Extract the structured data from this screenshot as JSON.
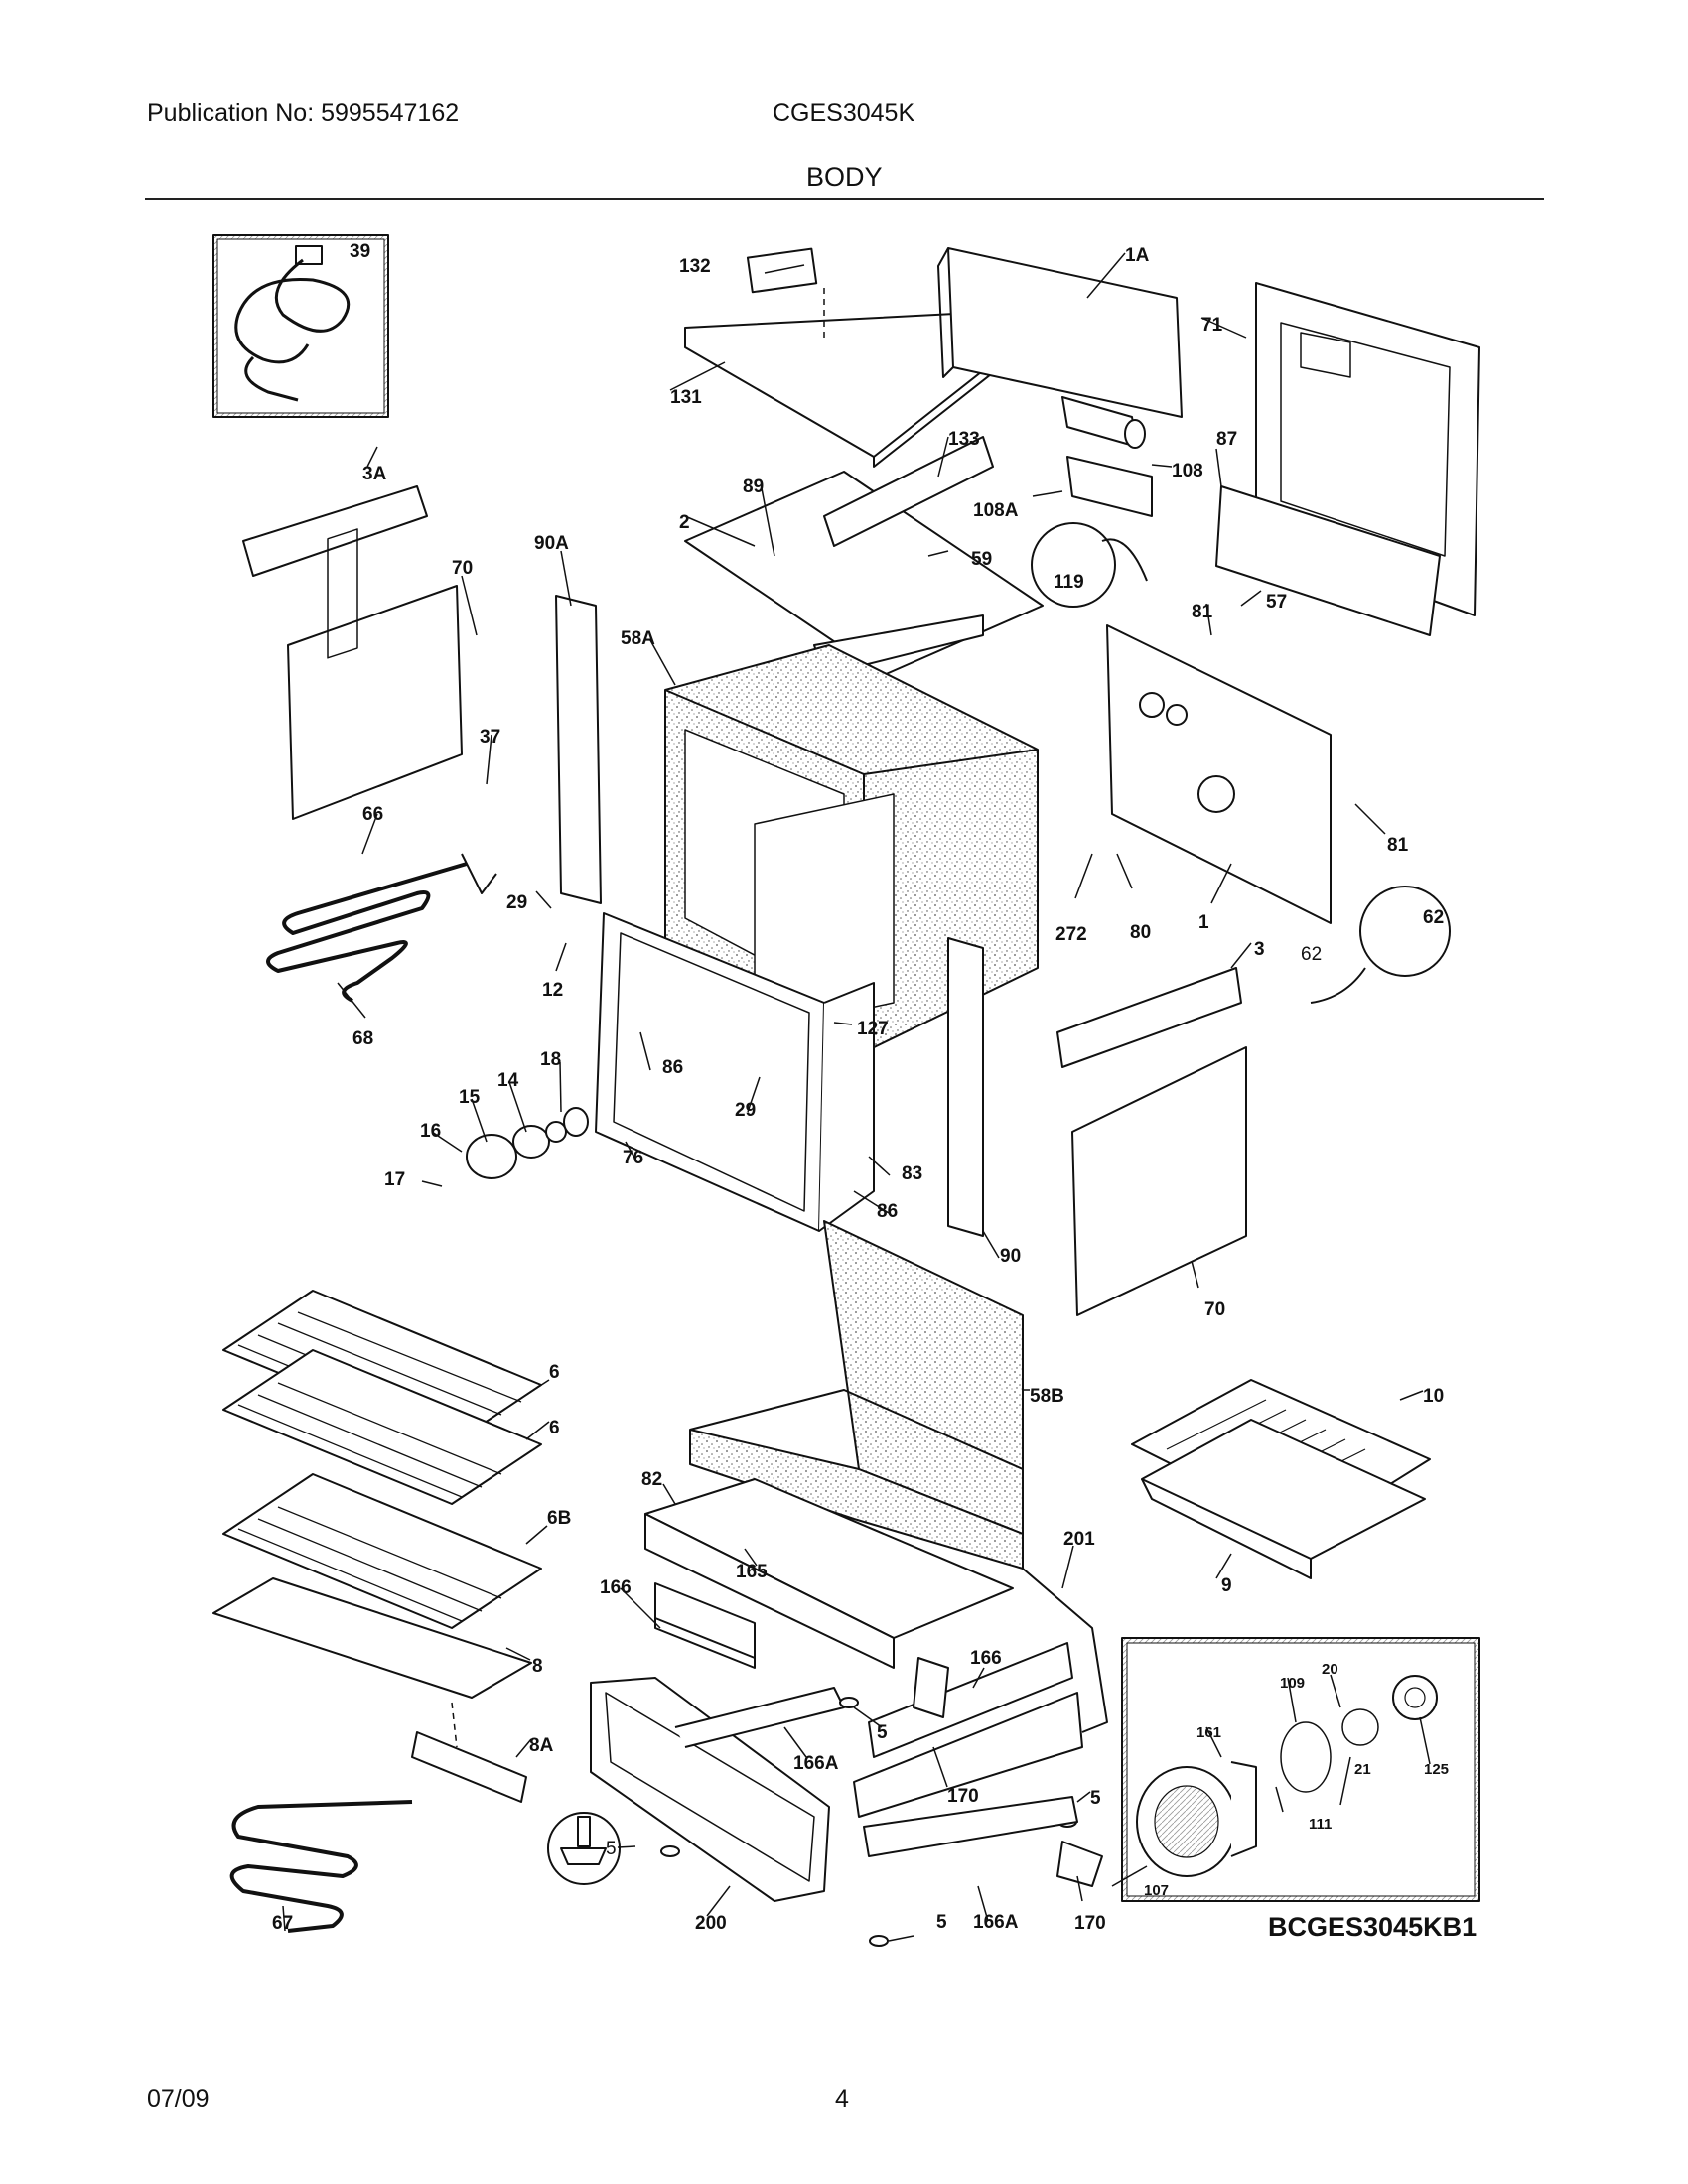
{
  "header": {
    "publication": "Publication No: 5995547162",
    "model": "CGES3045K",
    "section_title": "BODY"
  },
  "footer": {
    "date": "07/09",
    "page_number": "4"
  },
  "diagram": {
    "diagram_id": "BCGES3045KB1",
    "part_labels": {
      "p39": "39",
      "p132": "132",
      "p1A": "1A",
      "p71": "71",
      "p131": "131",
      "p133": "133",
      "p108": "108",
      "p87": "87",
      "p108A": "108A",
      "p3A": "3A",
      "p89": "89",
      "p2": "2",
      "p59": "59",
      "p90A": "90A",
      "p70a": "70",
      "p119": "119",
      "p81a": "81",
      "p57": "57",
      "p58A": "58A",
      "p37": "37",
      "p66": "66",
      "p81b": "81",
      "p29a": "29",
      "p62a": "62",
      "p272": "272",
      "p80": "80",
      "p1": "1",
      "p12": "12",
      "p3": "3",
      "p62b": "62",
      "p68": "68",
      "p127": "127",
      "p18": "18",
      "p14": "14",
      "p86a": "86",
      "p15": "15",
      "p29b": "29",
      "p16": "16",
      "p76": "76",
      "p83": "83",
      "p17": "17",
      "p86b": "86",
      "p90": "90",
      "p70b": "70",
      "p6a": "6",
      "p6b": "6",
      "p58B": "58B",
      "p10": "10",
      "p82": "82",
      "p6B": "6B",
      "p165": "165",
      "p201": "201",
      "p9": "9",
      "p166a": "166",
      "p8": "8",
      "p166b": "166",
      "p5a": "5",
      "p20": "20",
      "p109": "109",
      "p161": "161",
      "p125": "125",
      "p8A": "8A",
      "p166A": "166A",
      "p170a": "170",
      "p21": "21",
      "p5b": "5",
      "p111": "111",
      "p5c": "5",
      "p67": "67",
      "p107": "107",
      "p200": "200",
      "p5d": "5",
      "p166Ab": "166A",
      "p170b": "170"
    }
  }
}
